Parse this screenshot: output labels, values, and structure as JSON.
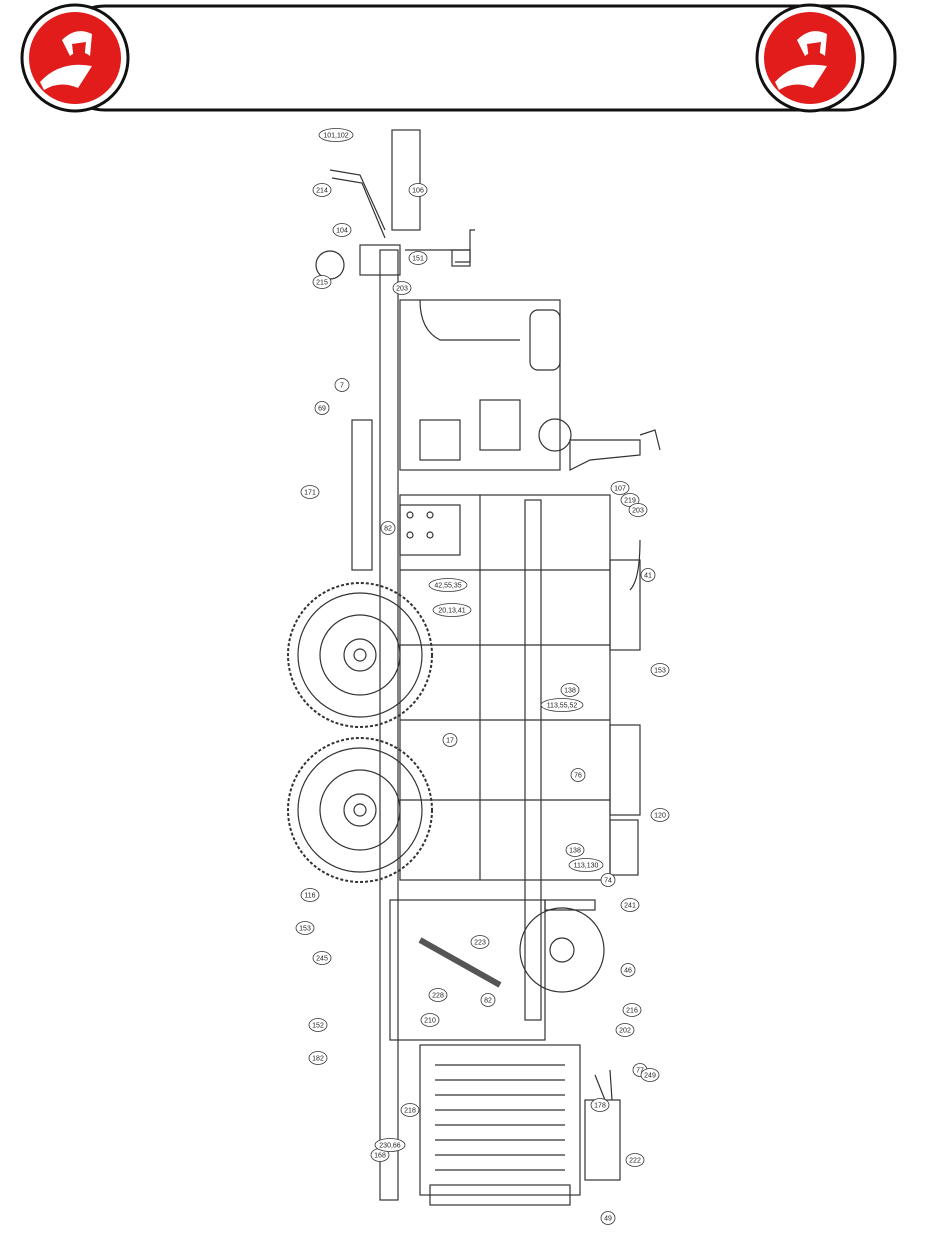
{
  "header": {
    "logo_left": "red-circular-emblem-logo",
    "logo_right": "red-circular-emblem-logo",
    "colors": {
      "emblem_red": "#e21b1b",
      "line": "#111111"
    }
  },
  "callouts": [
    "101,102",
    "106",
    "214",
    "151",
    "215",
    "203",
    "104",
    "7",
    "69",
    "171",
    "82",
    "107",
    "219",
    "203",
    "41",
    "153",
    "76",
    "138",
    "113,55,52",
    "17",
    "120",
    "116",
    "138",
    "113,130",
    "74",
    "241",
    "153",
    "245",
    "223",
    "46",
    "82",
    "228",
    "216",
    "202",
    "77",
    "178",
    "249",
    "222",
    "218",
    "168",
    "49",
    "230,66",
    "152",
    "182",
    "20,13,41",
    "42,55,35",
    "210"
  ]
}
